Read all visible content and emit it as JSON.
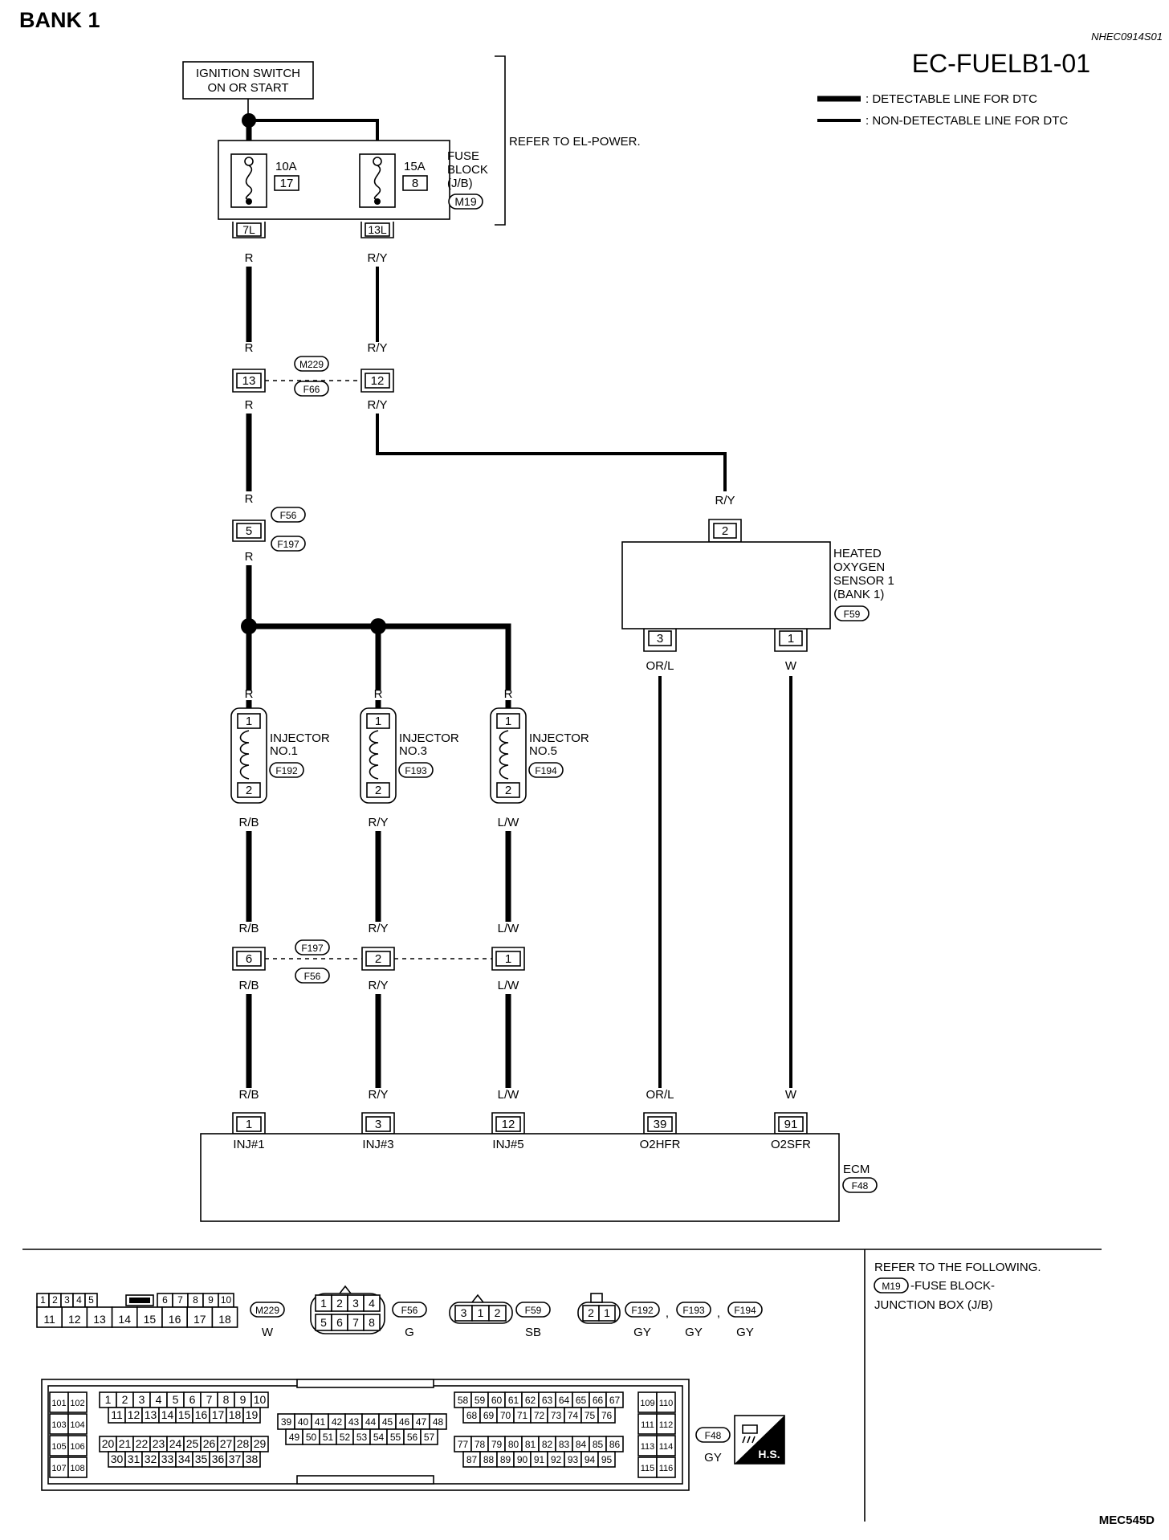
{
  "header": {
    "bank_title": "BANK 1",
    "doc_ref": "NHEC0914S01",
    "diagram_id": "EC-FUELB1-01",
    "legend": {
      "detectable": ": DETECTABLE LINE FOR DTC",
      "non_detectable": ": NON-DETECTABLE LINE FOR DTC"
    }
  },
  "ignition": {
    "line1": "IGNITION SWITCH",
    "line2": "ON OR START"
  },
  "refer_el_power": "REFER TO EL-POWER.",
  "fuse_block": {
    "label1": "FUSE",
    "label2": "BLOCK",
    "label3": "(J/B)",
    "connector": "M19",
    "fuses": [
      {
        "amps": "10A",
        "num": "17",
        "terminal": "7L"
      },
      {
        "amps": "15A",
        "num": "8",
        "terminal": "13L"
      }
    ]
  },
  "wires": {
    "r": "R",
    "ry": "R/Y",
    "rb": "R/B",
    "lw": "L/W",
    "orl": "OR/L",
    "w": "W"
  },
  "connector_m229": {
    "top": "M229",
    "bottom": "F66",
    "pins": [
      "13",
      "12"
    ]
  },
  "connector_f56_single": {
    "top": "F56",
    "bottom": "F197",
    "pin": "5"
  },
  "connector_f197": {
    "top": "F197",
    "bottom": "F56",
    "pins": [
      "6",
      "2",
      "1"
    ]
  },
  "injectors": [
    {
      "line1": "INJECTOR",
      "line2": "NO.1",
      "connector": "F192",
      "pin_top": "1",
      "pin_bottom": "2"
    },
    {
      "line1": "INJECTOR",
      "line2": "NO.3",
      "connector": "F193",
      "pin_top": "1",
      "pin_bottom": "2"
    },
    {
      "line1": "INJECTOR",
      "line2": "NO.5",
      "connector": "F194",
      "pin_top": "1",
      "pin_bottom": "2"
    }
  ],
  "oxygen_sensor": {
    "line1": "HEATED",
    "line2": "OXYGEN",
    "line3": "SENSOR 1",
    "line4": "(BANK 1)",
    "connector": "F59",
    "pin_in": "2",
    "pin_out1": "3",
    "pin_out2": "1"
  },
  "ecm": {
    "label": "ECM",
    "connector": "F48",
    "pins": [
      {
        "num": "1",
        "name": "INJ#1"
      },
      {
        "num": "3",
        "name": "INJ#3"
      },
      {
        "num": "12",
        "name": "INJ#5"
      },
      {
        "num": "39",
        "name": "O2HFR"
      },
      {
        "num": "91",
        "name": "O2SFR"
      }
    ]
  },
  "refer_following": {
    "line1": "REFER TO THE FOLLOWING.",
    "connector": "M19",
    "line2": "-FUSE BLOCK-",
    "line3": "JUNCTION BOX (J/B)"
  },
  "connector_views": {
    "m229": {
      "id": "M229",
      "color": "W",
      "row1": [
        "1",
        "2",
        "3",
        "4",
        "5",
        "",
        "6",
        "7",
        "8",
        "9",
        "10"
      ],
      "row2": [
        "11",
        "12",
        "13",
        "14",
        "15",
        "16",
        "17",
        "18"
      ]
    },
    "f56": {
      "id": "F56",
      "color": "G",
      "row1": [
        "1",
        "2",
        "3",
        "4"
      ],
      "row2": [
        "5",
        "6",
        "7",
        "8"
      ]
    },
    "f59": {
      "id": "F59",
      "color": "SB",
      "pins": [
        "3",
        "1",
        "2"
      ]
    },
    "f192": {
      "id": "F192",
      "color": "GY",
      "pins": [
        "2",
        "1"
      ]
    },
    "f193": {
      "id": "F193",
      "color": "GY"
    },
    "f194": {
      "id": "F194",
      "color": "GY"
    },
    "sep": ",",
    "f48": {
      "id": "F48",
      "color": "GY",
      "left_block": [
        "101",
        "102",
        "103",
        "104",
        "105",
        "106",
        "107",
        "108"
      ],
      "a_row1": [
        "1",
        "2",
        "3",
        "4",
        "5",
        "6",
        "7",
        "8",
        "9",
        "10"
      ],
      "a_row2": [
        "11",
        "12",
        "13",
        "14",
        "15",
        "16",
        "17",
        "18",
        "19"
      ],
      "a_row3": [
        "20",
        "21",
        "22",
        "23",
        "24",
        "25",
        "26",
        "27",
        "28",
        "29"
      ],
      "a_row4": [
        "30",
        "31",
        "32",
        "33",
        "34",
        "35",
        "36",
        "37",
        "38"
      ],
      "b_row1": [
        "39",
        "40",
        "41",
        "42",
        "43",
        "44",
        "45",
        "46",
        "47",
        "48"
      ],
      "b_row2": [
        "49",
        "50",
        "51",
        "52",
        "53",
        "54",
        "55",
        "56",
        "57"
      ],
      "c_row1": [
        "58",
        "59",
        "60",
        "61",
        "62",
        "63",
        "64",
        "65",
        "66",
        "67"
      ],
      "c_row2": [
        "68",
        "69",
        "70",
        "71",
        "72",
        "73",
        "74",
        "75",
        "76"
      ],
      "c_row3": [
        "77",
        "78",
        "79",
        "80",
        "81",
        "82",
        "83",
        "84",
        "85",
        "86"
      ],
      "c_row4": [
        "87",
        "88",
        "89",
        "90",
        "91",
        "92",
        "93",
        "94",
        "95"
      ],
      "right_block": [
        "109",
        "110",
        "111",
        "112",
        "113",
        "114",
        "115",
        "116"
      ]
    },
    "hs": "H.S."
  },
  "footer_id": "MEC545D"
}
